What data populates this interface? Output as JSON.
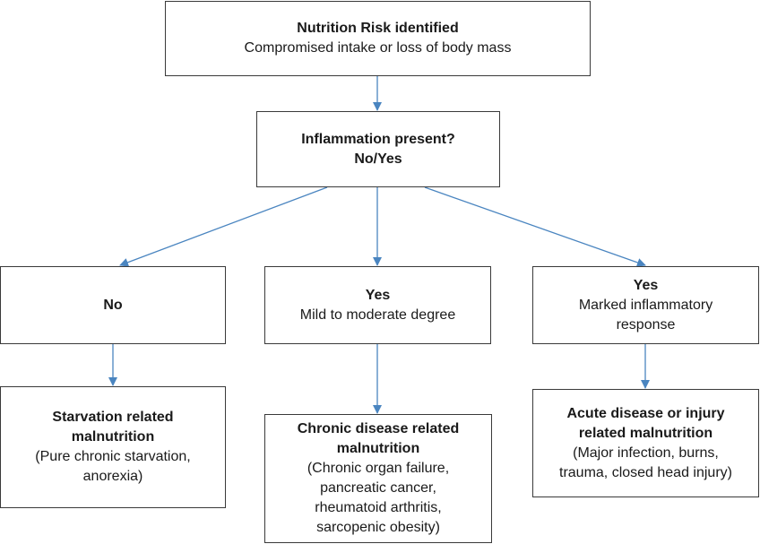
{
  "colors": {
    "arrow": "#4a85c0",
    "border": "#3a3a3a",
    "text": "#1a1a1a"
  },
  "nodes": {
    "risk": {
      "title": "Nutrition Risk identified",
      "lines": [
        "Compromised intake or loss of body mass"
      ]
    },
    "inflammation": {
      "title": "Inflammation present?",
      "title2": "No/Yes"
    },
    "no": {
      "title": "No"
    },
    "mild": {
      "title": "Yes",
      "lines": [
        "Mild to moderate degree"
      ]
    },
    "marked": {
      "title": "Yes",
      "lines": [
        "Marked inflammatory",
        "response"
      ]
    },
    "starvation": {
      "title": "Starvation related",
      "title2": "malnutrition",
      "lines": [
        "(Pure chronic starvation,",
        "anorexia)"
      ]
    },
    "chronic": {
      "title": "Chronic disease related",
      "title2": "malnutrition",
      "lines": [
        "(Chronic organ failure,",
        "pancreatic cancer,",
        "rheumatoid arthritis,",
        "sarcopenic obesity)"
      ]
    },
    "acute": {
      "title": "Acute disease or injury",
      "title2": "related malnutrition",
      "lines": [
        "(Major infection, burns,",
        "trauma, closed head injury)"
      ]
    }
  }
}
